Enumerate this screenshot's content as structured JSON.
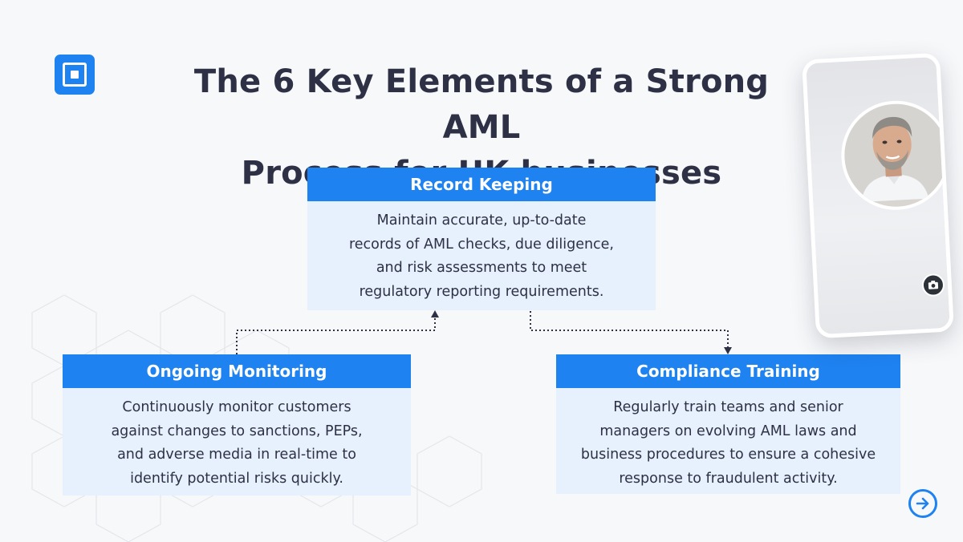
{
  "title": {
    "line1": "The 6 Key Elements of a Strong AML",
    "line2": "Process for UK businesses"
  },
  "cards": {
    "record_keeping": {
      "heading": "Record Keeping",
      "lines": [
        "Maintain accurate, up-to-date",
        "records of AML checks, due diligence,",
        "and risk assessments to meet",
        "regulatory reporting requirements."
      ]
    },
    "ongoing_monitoring": {
      "heading": "Ongoing Monitoring",
      "lines": [
        "Continuously monitor customers",
        "against changes to sanctions, PEPs,",
        "and adverse media in real-time to",
        "identify potential risks quickly."
      ]
    },
    "compliance_training": {
      "heading": "Compliance Training",
      "lines": [
        "Regularly train teams and senior",
        "managers on evolving AML laws and",
        "business procedures to ensure a cohesive",
        "response to fraudulent activity."
      ]
    }
  },
  "icons": {
    "logo": "square-logo-icon",
    "camera": "camera-icon",
    "next": "arrow-right-circle-icon"
  },
  "colors": {
    "accent": "#1e82f0",
    "card_body": "#e6f1fd",
    "text": "#2e3145",
    "background": "#f7f8fa"
  }
}
